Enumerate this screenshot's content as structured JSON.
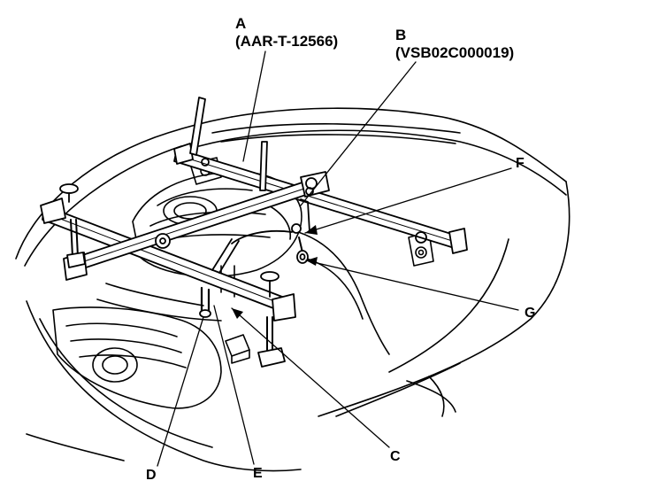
{
  "callouts": {
    "A": {
      "letter": "A",
      "part": "(AAR-T-12566)"
    },
    "B": {
      "letter": "B",
      "part": "(VSB02C000019)"
    },
    "C": {
      "letter": "C"
    },
    "D": {
      "letter": "D"
    },
    "E": {
      "letter": "E"
    },
    "F": {
      "letter": "F"
    },
    "G": {
      "letter": "G"
    }
  }
}
